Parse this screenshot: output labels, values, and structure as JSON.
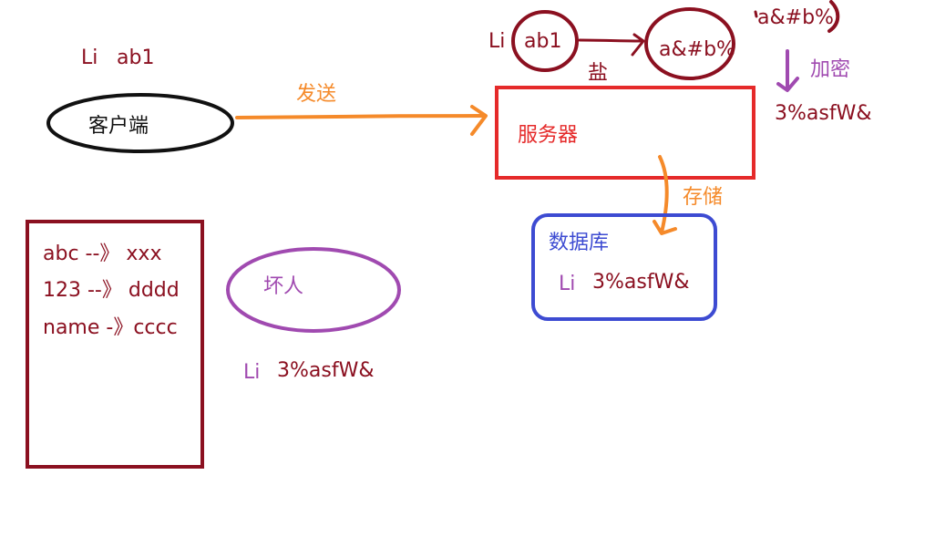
{
  "client": {
    "user": "Li",
    "password": "ab1",
    "label": "客户端"
  },
  "send_label": "发送",
  "server": {
    "label": "服务器",
    "user": "Li",
    "password": "ab1",
    "salted": "a&#b%",
    "salted_2": "a&#b%",
    "salt_label": "盐",
    "encrypt_label": "加密",
    "hash": "3%asfW&"
  },
  "store_label": "存储",
  "database": {
    "label": "数据库",
    "user": "Li",
    "hash": "3%asfW&"
  },
  "lookup_table": [
    "abc --》 xxx",
    "123 --》 dddd",
    "name -》cccc"
  ],
  "attacker": {
    "label": "坏人",
    "user": "Li",
    "hash": "3%asfW&"
  },
  "colors": {
    "dark_red": "#8b1020",
    "orange": "#f58a2a",
    "purple": "#a04ab0",
    "red": "#e52a2a",
    "blue": "#3d4bd2",
    "black": "#111111"
  }
}
